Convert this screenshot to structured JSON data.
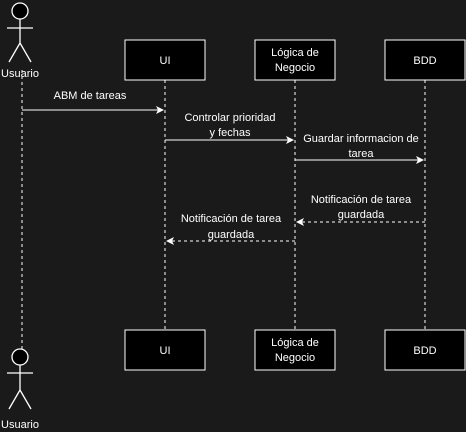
{
  "colors": {
    "background": "#1a1a1a",
    "stroke": "#ffffff",
    "box_fill": "#000000",
    "text": "#ffffff"
  },
  "actor": {
    "label": "Usuario",
    "icon": "stick-figure-icon"
  },
  "participants": [
    {
      "id": "ui",
      "label_lines": [
        "UI"
      ]
    },
    {
      "id": "logic",
      "label_lines": [
        "Lógica de",
        "Negocio"
      ]
    },
    {
      "id": "db",
      "label_lines": [
        "BDD"
      ]
    }
  ],
  "messages": [
    {
      "id": "abm",
      "from": "user",
      "to": "ui",
      "style": "solid",
      "label_lines": [
        "ABM de tareas"
      ]
    },
    {
      "id": "controlar",
      "from": "ui",
      "to": "logic",
      "style": "solid",
      "label_lines": [
        "Controlar prioridad",
        "y fechas"
      ]
    },
    {
      "id": "guardar",
      "from": "logic",
      "to": "db",
      "style": "solid",
      "label_lines": [
        "Guardar informacion de",
        "tarea"
      ]
    },
    {
      "id": "notif-db",
      "from": "db",
      "to": "logic",
      "style": "dashed",
      "label_lines": [
        "Notificación de tarea",
        "guardada"
      ]
    },
    {
      "id": "notif-logic",
      "from": "logic",
      "to": "ui",
      "style": "dashed",
      "label_lines": [
        "Notificación de tarea",
        "guardada"
      ]
    }
  ]
}
